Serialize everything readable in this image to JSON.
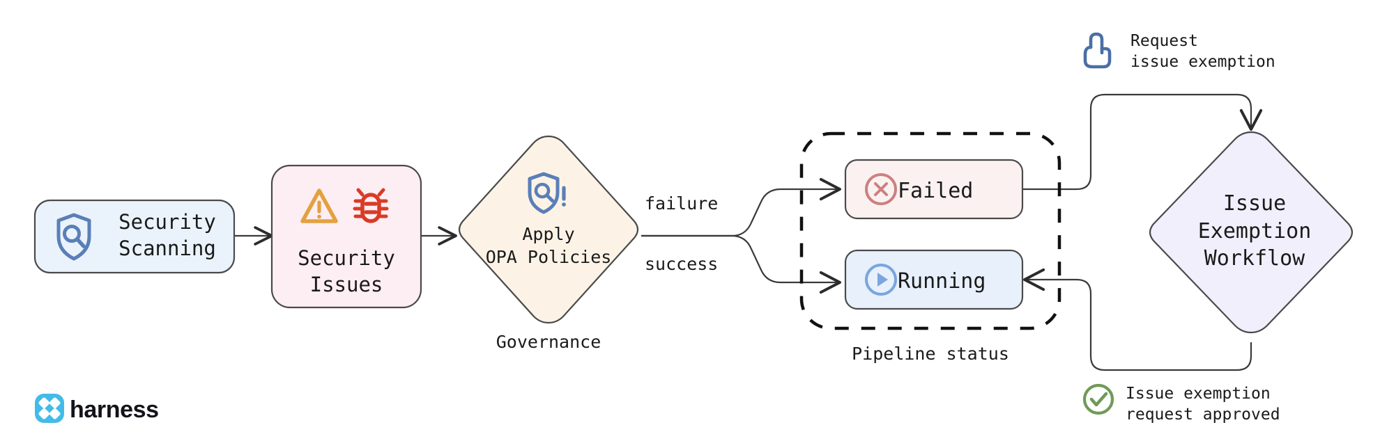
{
  "diagram": {
    "title": "Harness security scanning governance and issue exemption workflow",
    "background": "#ffffff",
    "stroke": "#4a4a4a"
  },
  "nodes": {
    "security_scanning": {
      "label": "Security\nScanning",
      "icon": "shield-search-icon",
      "fill": "#eaf3fb",
      "stroke": "#4a4a4a",
      "icon_color": "#5a7fb8",
      "shape": "rounded-rect"
    },
    "security_issues": {
      "label": "Security\nIssues",
      "icons": [
        "warning-triangle-icon",
        "bug-icon"
      ],
      "fill": "#fdeef4",
      "stroke": "#4a4a4a",
      "warning_color": "#e3a13f",
      "bug_color": "#d93b26",
      "shape": "rounded-rect"
    },
    "apply_opa_policies": {
      "label": "Apply\nOPA Policies",
      "icon": "shield-policy-alert-icon",
      "fill": "#fcf3e6",
      "stroke": "#4a4a4a",
      "icon_color": "#5a7fb8",
      "shape": "diamond",
      "caption": "Governance"
    },
    "failed": {
      "label": "Failed",
      "icon": "x-circle-icon",
      "fill": "#fbf1f1",
      "stroke": "#4a4a4a",
      "icon_color": "#cc8080",
      "shape": "rounded-rect"
    },
    "running": {
      "label": "Running",
      "icon": "play-circle-icon",
      "fill": "#e7f0fb",
      "stroke": "#4a4a4a",
      "icon_color": "#7aa5e0",
      "shape": "rounded-rect"
    },
    "issue_exemption_workflow": {
      "label": "Issue\nExemption\nWorkflow",
      "fill": "#f1effb",
      "stroke": "#4a4a4a",
      "shape": "diamond"
    }
  },
  "groups": {
    "pipeline_status": {
      "caption": "Pipeline status",
      "style": "dashed",
      "stroke": "#111111"
    }
  },
  "edges": [
    {
      "from": "security_scanning",
      "to": "security_issues",
      "label": ""
    },
    {
      "from": "security_issues",
      "to": "apply_opa_policies",
      "label": ""
    },
    {
      "from": "apply_opa_policies",
      "to": "failed",
      "label": "failure"
    },
    {
      "from": "apply_opa_policies",
      "to": "running",
      "label": "success"
    },
    {
      "from": "failed",
      "to": "issue_exemption_workflow",
      "label": ""
    },
    {
      "from": "issue_exemption_workflow",
      "to": "running",
      "label": ""
    }
  ],
  "annotations": {
    "request_exemption": {
      "text": "Request\nissue exemption",
      "icon": "click-hand-icon",
      "icon_color": "#4a6fa5"
    },
    "request_approved": {
      "text": "Issue exemption\nrequest approved",
      "icon": "check-circle-icon",
      "icon_color": "#6f9a58"
    }
  },
  "branding": {
    "name": "harness",
    "logo_icon": "harness-logo-icon",
    "logo_color": "#43bbe8",
    "text_color": "#13131a"
  }
}
